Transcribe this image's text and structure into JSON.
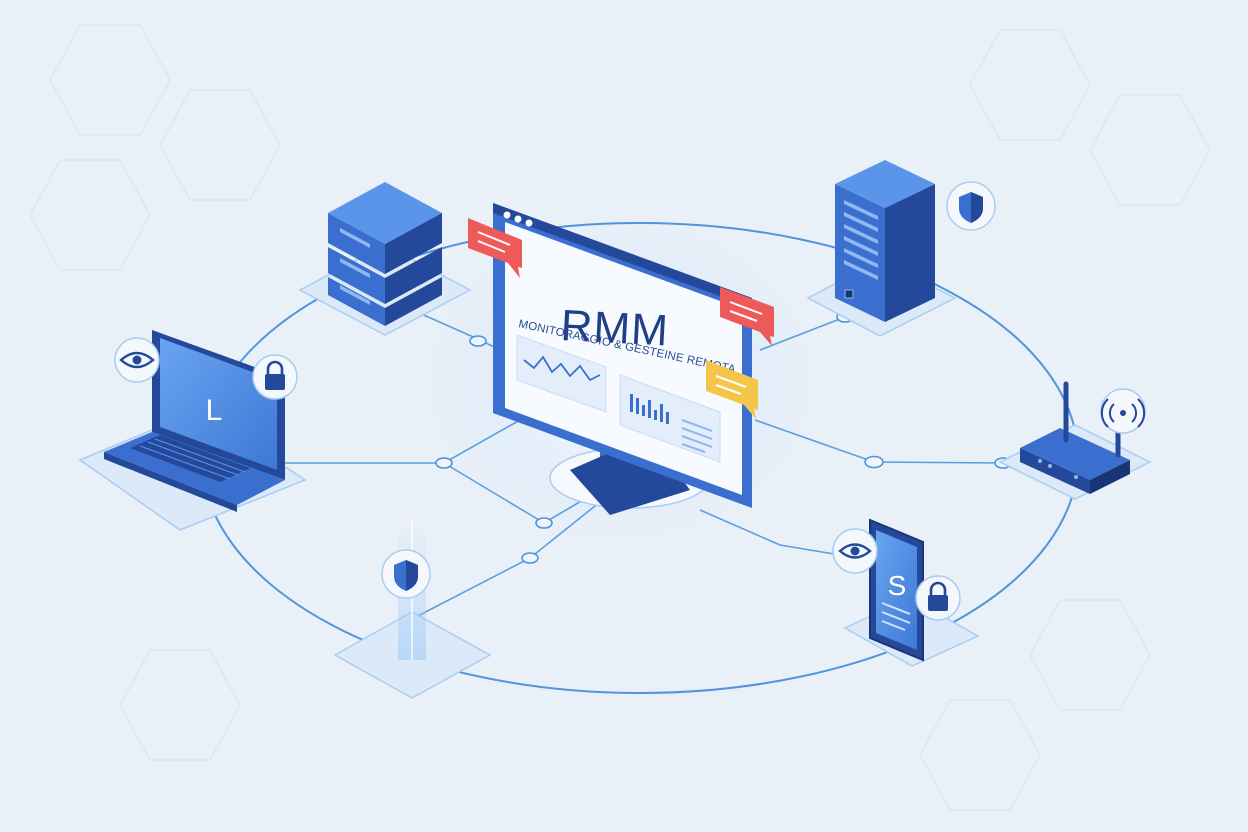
{
  "monitor": {
    "title": "RMM",
    "subtitle": "MONITORAGGIO & GESTEINE REMOTA"
  },
  "laptop": {
    "screen_letter": "L"
  },
  "phone": {
    "screen_letter": "S"
  },
  "icons": {
    "laptop": [
      "eye-icon",
      "lock-icon"
    ],
    "server_right": [
      "shield-icon"
    ],
    "router": [
      "wifi-icon"
    ],
    "phone": [
      "eye-icon",
      "lock-icon"
    ],
    "beacon": [
      "shield-icon"
    ],
    "monitor": [
      "line-chart-icon",
      "bar-chart-icon",
      "chat-bubble-icon"
    ]
  },
  "colors": {
    "background": "#eaf0f7",
    "network_line": "#4f95dc",
    "device_dark": "#24489a",
    "device_mid": "#3a6fd0",
    "device_light": "#5b95ea",
    "alert_red": "#ee5a5a",
    "alert_yellow": "#f5c54a"
  }
}
